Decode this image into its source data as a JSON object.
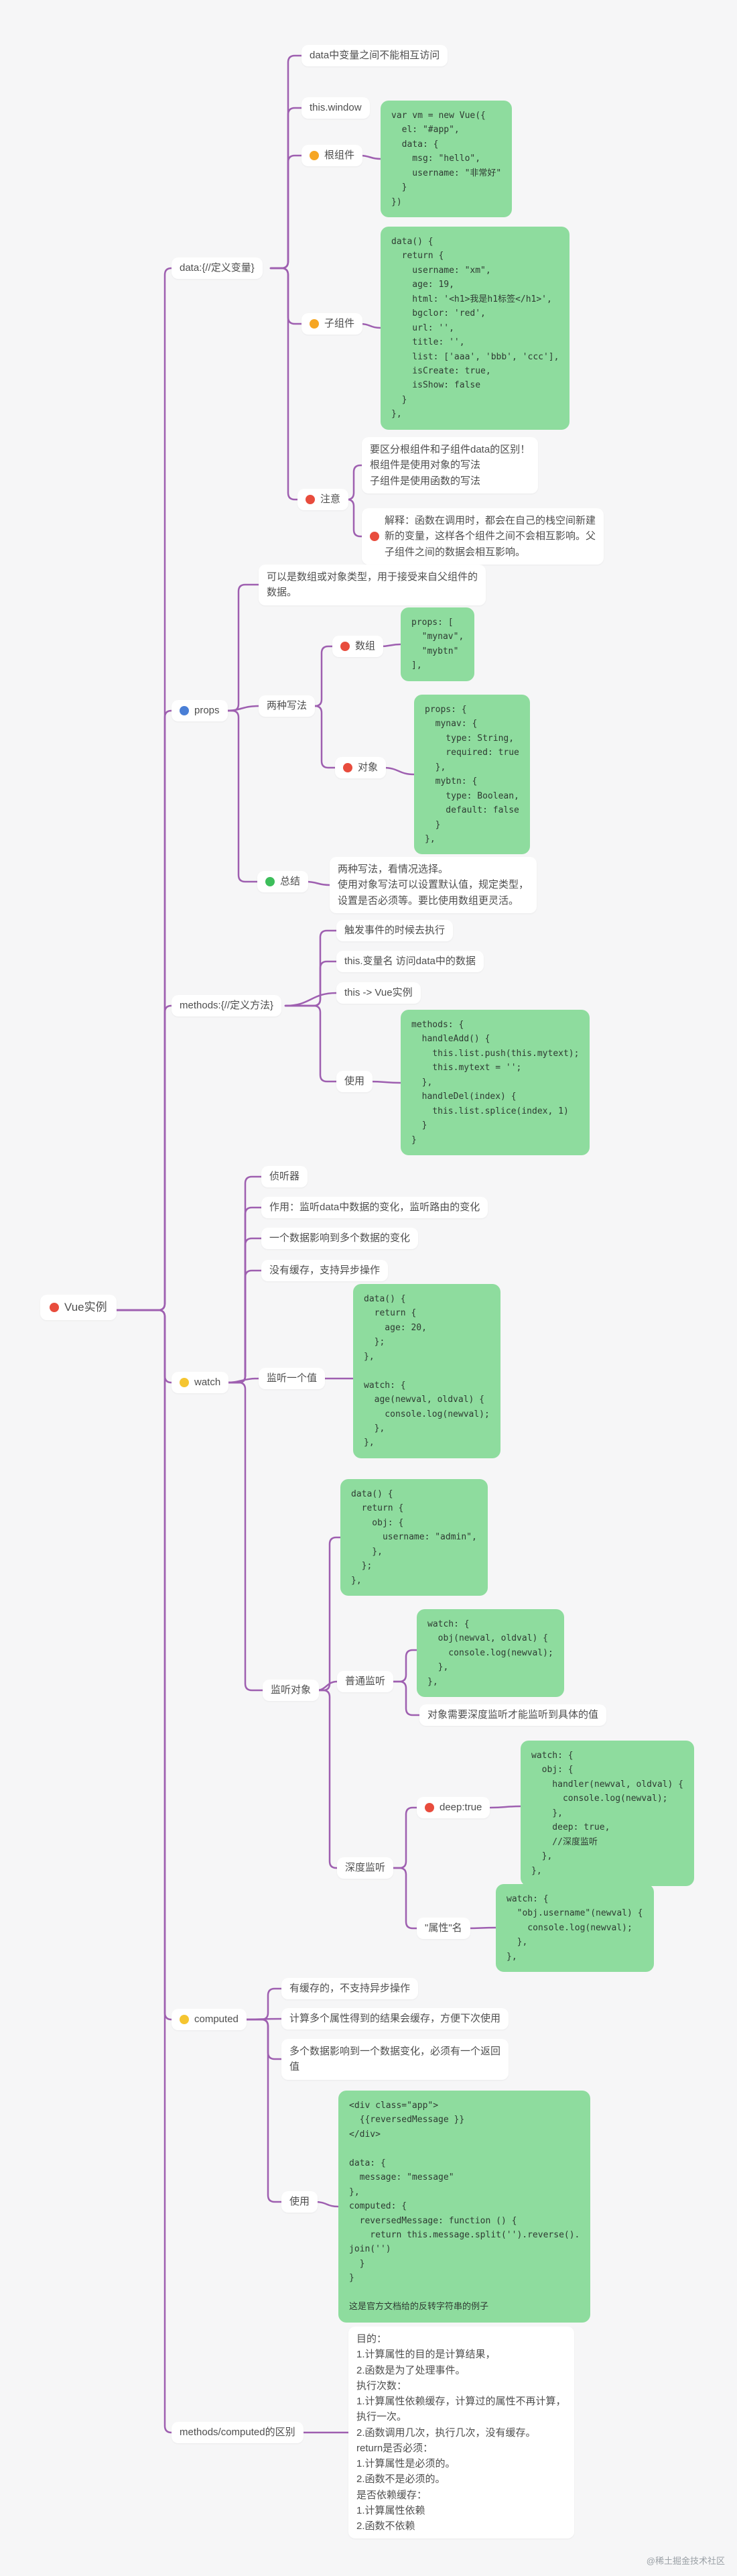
{
  "colors": {
    "line": "#9E5FB0",
    "code_bg": "#8EDC9E",
    "canvas_bg": "#F6F6F7",
    "dot_orange": "#F6A623",
    "dot_red": "#E84C3D",
    "dot_blue": "#4A7FD6",
    "dot_green": "#3DBE5B",
    "dot_yellow": "#F5C531"
  },
  "watermark": "@稀土掘金技术社区",
  "nodes": {
    "root": {
      "label": "Vue实例"
    },
    "b_data": {
      "label": "data:{//定义变量}"
    },
    "d1": {
      "label": "data中变量之间不能相互访问"
    },
    "d2": {
      "label": "this.window"
    },
    "d3": {
      "label": "根组件"
    },
    "d3_code": {
      "code": "var vm = new Vue({\n  el: \"#app\",\n  data: {\n    msg: \"hello\",\n    username: \"非常好\"\n  }\n})"
    },
    "d4": {
      "label": "子组件"
    },
    "d4_code": {
      "code": "data() {\n  return {\n    username: \"xm\",\n    age: 19,\n    html: '<h1>我是h1标签</h1>',\n    bgclor: 'red',\n    url: '',\n    title: '',\n    list: ['aaa', 'bbb', 'ccc'],\n    isCreate: true,\n    isShow: false\n  }\n},"
    },
    "d5": {
      "label": "注意"
    },
    "d5a": {
      "label": "要区分根组件和子组件data的区别！\n根组件是使用对象的写法\n子组件是使用函数的写法"
    },
    "d5b": {
      "label": "解释：函数在调用时，都会在自己的栈空间新建\n新的变量，这样各个组件之间不会相互影响。父\n子组件之间的数据会相互影响。"
    },
    "b_props": {
      "label": "props"
    },
    "p1": {
      "label": "可以是数组或对象类型，用于接受来自父组件的\n数据。"
    },
    "p2": {
      "label": "两种写法"
    },
    "p2a": {
      "label": "数组"
    },
    "p2a_code": {
      "code": "props: [\n  \"mynav\",\n  \"mybtn\"\n],"
    },
    "p2b": {
      "label": "对象"
    },
    "p2b_code": {
      "code": "props: {\n  mynav: {\n    type: String,\n    required: true\n  },\n  mybtn: {\n    type: Boolean,\n    default: false\n  }\n},"
    },
    "p3": {
      "label": "总结"
    },
    "p3a": {
      "label": "两种写法，看情况选择。\n使用对象写法可以设置默认值，规定类型，\n设置是否必须等。要比使用数组更灵活。"
    },
    "b_methods": {
      "label": "methods:{//定义方法}"
    },
    "m1": {
      "label": "触发事件的时候去执行"
    },
    "m2": {
      "label": "this.变量名 访问data中的数据"
    },
    "m3": {
      "label": "this -> Vue实例"
    },
    "m4": {
      "label": "使用"
    },
    "m4_code": {
      "code": "methods: {\n  handleAdd() {\n    this.list.push(this.mytext);\n    this.mytext = '';\n  },\n  handleDel(index) {\n    this.list.splice(index, 1)\n  }\n}"
    },
    "b_watch": {
      "label": "watch"
    },
    "w1": {
      "label": "侦听器"
    },
    "w2": {
      "label": "作用：监听data中数据的变化，监听路由的变化"
    },
    "w3": {
      "label": "一个数据影响到多个数据的变化"
    },
    "w4": {
      "label": "没有缓存，支持异步操作"
    },
    "w5": {
      "label": "监听一个值"
    },
    "w5_code": {
      "code": "data() {\n  return {\n    age: 20,\n  };\n},\n\nwatch: {\n  age(newval, oldval) {\n    console.log(newval);\n  },\n},"
    },
    "w6": {
      "label": "监听对象"
    },
    "w6_code": {
      "code": "data() {\n  return {\n    obj: {\n      username: \"admin\",\n    },\n  };\n},"
    },
    "w7": {
      "label": "普通监听"
    },
    "w7_code": {
      "code": "watch: {\n  obj(newval, oldval) {\n    console.log(newval);\n  },\n},"
    },
    "w7a": {
      "label": "对象需要深度监听才能监听到具体的值"
    },
    "w8": {
      "label": "深度监听"
    },
    "w8a": {
      "label": "deep:true"
    },
    "w8a_code": {
      "code": "watch: {\n  obj: {\n    handler(newval, oldval) {\n      console.log(newval);\n    },\n    deep: true,\n    //深度监听\n  },\n},"
    },
    "w8b": {
      "label": "\"属性\"名"
    },
    "w8b_code": {
      "code": "watch: {\n  \"obj.username\"(newval) {\n    console.log(newval);\n  },\n},"
    },
    "b_computed": {
      "label": "computed"
    },
    "c1": {
      "label": "有缓存的，不支持异步操作"
    },
    "c2": {
      "label": "计算多个属性得到的结果会缓存，方便下次使用"
    },
    "c3": {
      "label": "多个数据影响到一个数据变化，必须有一个返回\n值"
    },
    "c4": {
      "label": "使用"
    },
    "c4_code": {
      "code": "<div class=\"app\">\n  {{reversedMessage }}\n</div>\n\ndata: {\n  message: \"message\"\n},\ncomputed: {\n  reversedMessage: function () {\n    return this.message.split('').reverse().\njoin('')\n  }\n}\n\n这是官方文档给的反转字符串的例子"
    },
    "b_diff": {
      "label": "methods/computed的区别"
    },
    "diff_text": {
      "label": "目的：\n1.计算属性的目的是计算结果，\n2.函数是为了处理事件。\n执行次数：\n1.计算属性依赖缓存，计算过的属性不再计算，\n执行一次。\n2.函数调用几次，执行几次，没有缓存。\nreturn是否必须：\n1.计算属性是必须的。\n2.函数不是必须的。\n是否依赖缓存：\n1.计算属性依赖\n2.函数不依赖"
    }
  }
}
